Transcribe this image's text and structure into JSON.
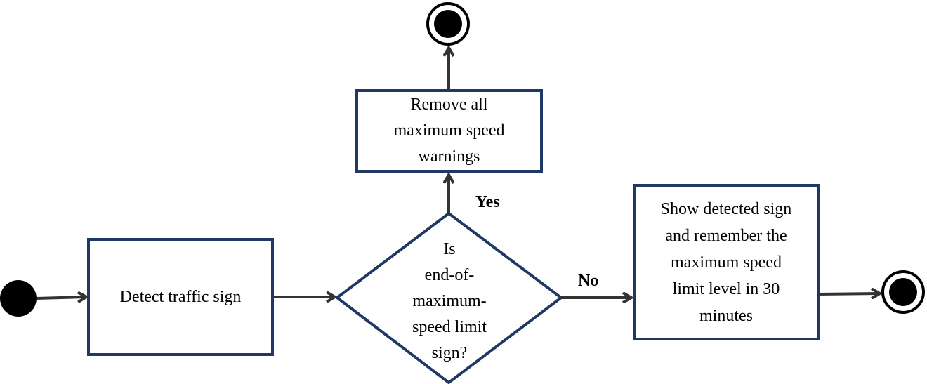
{
  "nodes": {
    "detect": "Detect traffic sign",
    "decision": [
      "Is",
      "end-of-",
      "maximum-",
      "speed limit",
      "sign?"
    ],
    "remove": [
      "Remove all",
      "maximum speed",
      "warnings"
    ],
    "show": [
      "Show detected sign",
      "and remember the",
      "maximum speed",
      "limit level in 30",
      "minutes"
    ]
  },
  "edges": {
    "yes": "Yes",
    "no": "No"
  },
  "colors": {
    "box_border": "#1f3864",
    "arrow": "#333333",
    "start_dot": "#000000"
  }
}
